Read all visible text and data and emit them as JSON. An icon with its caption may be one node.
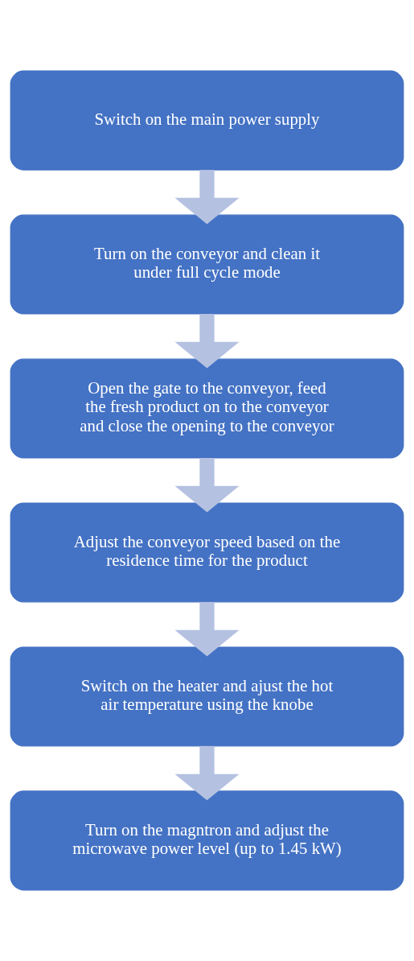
{
  "diagram": {
    "nodes": [
      {
        "text": [
          "Switch on the main power supply"
        ]
      },
      {
        "text": [
          "Turn on the conveyor and clean it under full cycle mode"
        ]
      },
      {
        "text": [
          "Open the gate to the conveyor, feed the fresh product on to the conveyor and close the opening to the conveyor"
        ]
      },
      {
        "text": [
          "Adjust the conveyor speed based on the residence time for the product"
        ]
      },
      {
        "text": [
          "Switch on the heater and ajust the hot air temperature using the knobe"
        ]
      },
      {
        "text": [
          "Turn on the magntron and adjust the microwave power level (up to 1.45 kW)"
        ]
      }
    ],
    "edges": [
      {
        "from": 0,
        "to": 1,
        "arrow": "to"
      },
      {
        "from": 1,
        "to": 2,
        "arrow": "to"
      },
      {
        "from": 2,
        "to": 3,
        "arrow": "to"
      },
      {
        "from": 3,
        "to": 4,
        "arrow": "to"
      },
      {
        "from": 4,
        "to": 5,
        "arrow": "to"
      }
    ]
  }
}
